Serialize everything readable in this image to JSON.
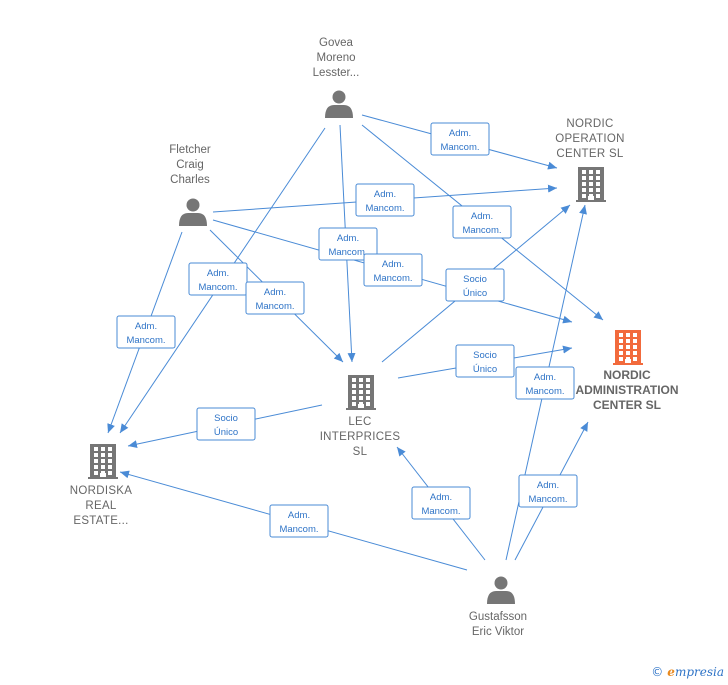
{
  "colors": {
    "edge": "#4a8bd6",
    "person": "#767676",
    "company": "#767676",
    "focus_company": "#f26a3c",
    "label_text": "#666666",
    "edge_label_text": "#2f74c7"
  },
  "nodes": [
    {
      "id": "govea",
      "type": "person",
      "lines": [
        "Govea",
        "Moreno",
        "Lesster..."
      ]
    },
    {
      "id": "fletcher",
      "type": "person",
      "lines": [
        "Fletcher",
        "Craig",
        "Charles"
      ]
    },
    {
      "id": "gustafsson",
      "type": "person",
      "lines": [
        "Gustafsson",
        "Eric Viktor"
      ]
    },
    {
      "id": "nordic_operation",
      "type": "company",
      "lines": [
        "NORDIC",
        "OPERATION",
        "CENTER  SL"
      ]
    },
    {
      "id": "nordic_admin",
      "type": "focus_company",
      "lines": [
        "NORDIC",
        "ADMINISTRATION",
        "CENTER  SL"
      ]
    },
    {
      "id": "lec",
      "type": "company",
      "lines": [
        "LEC",
        "INTERPRICES",
        "SL"
      ]
    },
    {
      "id": "nordiska",
      "type": "company",
      "lines": [
        "NORDISKA",
        "REAL",
        "ESTATE..."
      ]
    }
  ],
  "edges": [
    {
      "from": "govea",
      "to": "nordic_operation",
      "label": [
        "Adm.",
        "Mancom."
      ]
    },
    {
      "from": "govea",
      "to": "nordic_admin",
      "label": [
        "Adm.",
        "Mancom."
      ]
    },
    {
      "from": "govea",
      "to": "lec",
      "label": [
        "Adm.",
        "Mancom."
      ]
    },
    {
      "from": "govea",
      "to": "nordiska",
      "label": [
        "Adm.",
        "Mancom."
      ]
    },
    {
      "from": "fletcher",
      "to": "nordic_operation",
      "label": [
        "Adm.",
        "Mancom."
      ]
    },
    {
      "from": "fletcher",
      "to": "nordic_admin",
      "label": [
        "Adm.",
        "Mancom."
      ]
    },
    {
      "from": "fletcher",
      "to": "lec",
      "label": [
        "Adm.",
        "Mancom."
      ]
    },
    {
      "from": "fletcher",
      "to": "nordiska",
      "label": [
        "Adm.",
        "Mancom."
      ]
    },
    {
      "from": "lec",
      "to": "nordic_operation",
      "label": [
        "Socio",
        "Único"
      ]
    },
    {
      "from": "lec",
      "to": "nordic_admin",
      "label": [
        "Socio",
        "Único"
      ]
    },
    {
      "from": "lec",
      "to": "nordiska",
      "label": [
        "Socio",
        "Único"
      ]
    },
    {
      "from": "gustafsson",
      "to": "nordic_operation",
      "label": [
        "Adm.",
        "Mancom."
      ]
    },
    {
      "from": "gustafsson",
      "to": "nordic_admin",
      "label": [
        "Adm.",
        "Mancom."
      ]
    },
    {
      "from": "gustafsson",
      "to": "lec",
      "label": [
        "Adm.",
        "Mancom."
      ]
    },
    {
      "from": "gustafsson",
      "to": "nordiska",
      "label": [
        "Adm.",
        "Mancom."
      ]
    }
  ],
  "footer": {
    "copyright": "©",
    "brand_initial": "e",
    "brand_rest": "mpresia"
  }
}
